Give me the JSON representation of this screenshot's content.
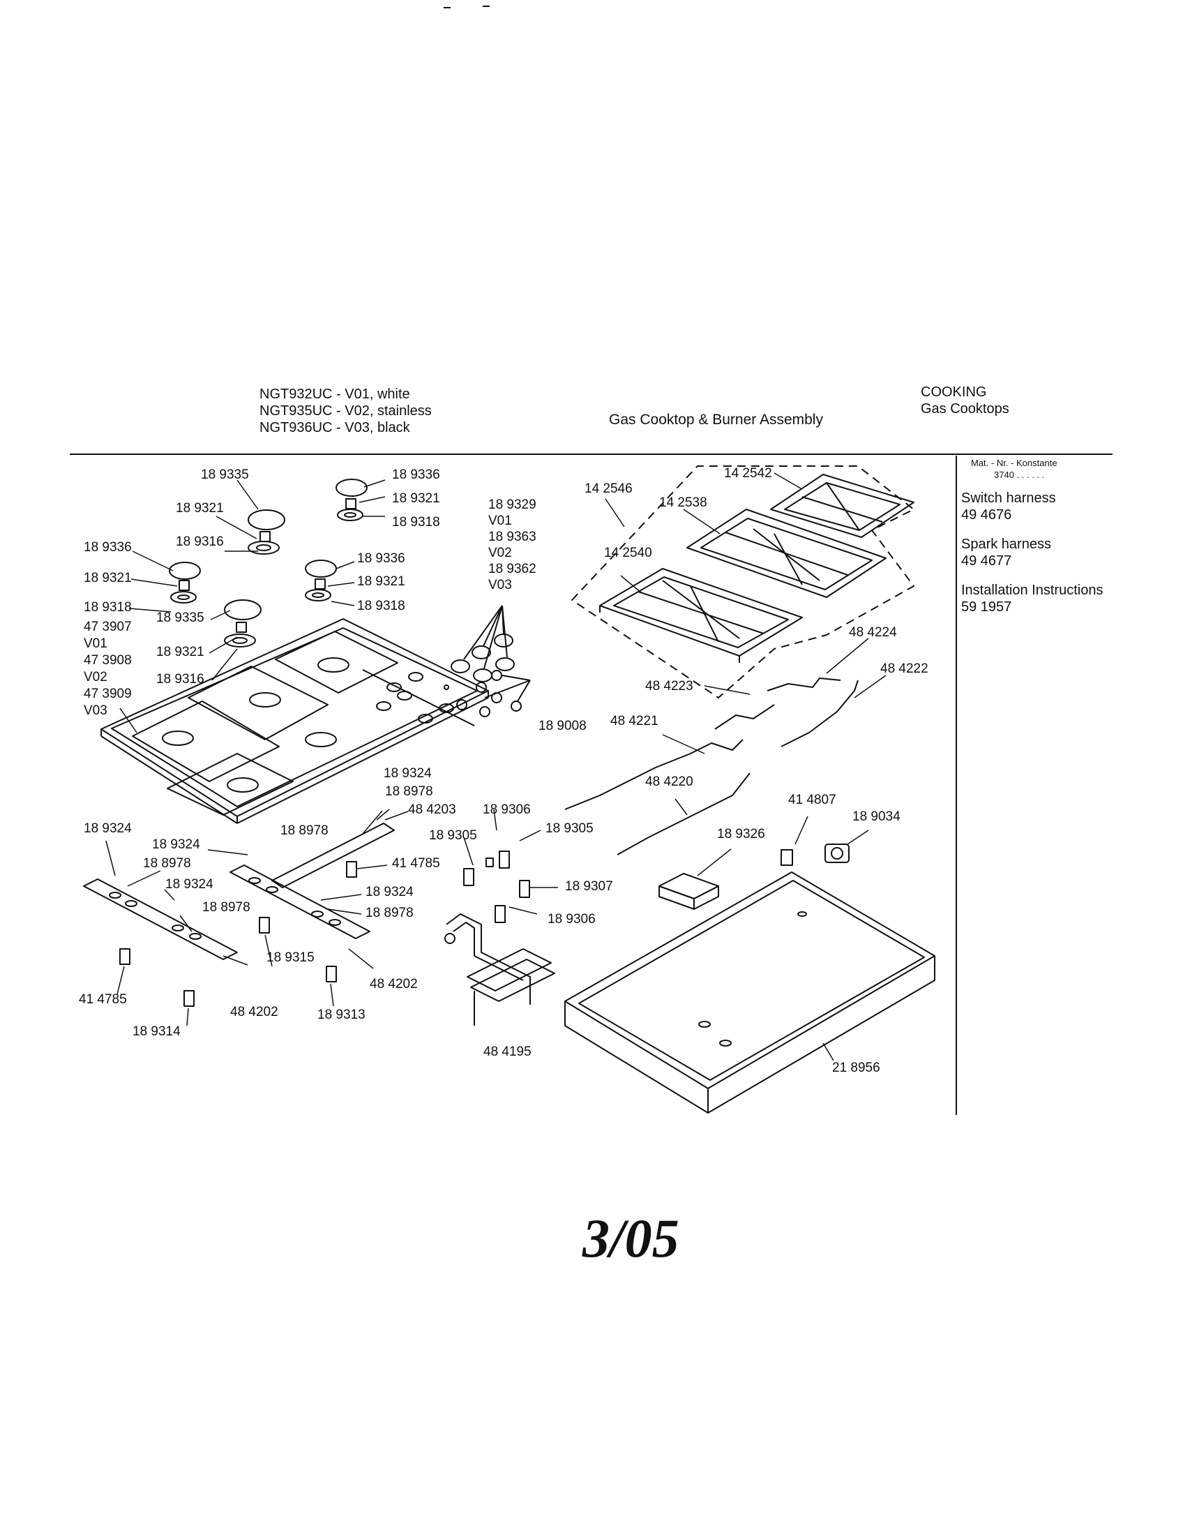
{
  "header": {
    "models": [
      "NGT932UC - V01, white",
      "NGT935UC - V02, stainless",
      "NGT936UC - V03, black"
    ],
    "title": "Gas Cooktop & Burner Assembly",
    "category": "COOKING",
    "subcategory": "Gas Cooktops"
  },
  "sidebar": {
    "mat_label": "Mat. - Nr. - Konstante",
    "mat_value": "3740 . .  . . . .",
    "items": [
      {
        "name": "Switch harness",
        "number": "49 4676"
      },
      {
        "name": "Spark harness",
        "number": "49 4677"
      },
      {
        "name": "Installation Instructions",
        "number": "59 1957"
      }
    ]
  },
  "parts": {
    "p_189335_a": "18 9335",
    "p_189336_a": "18 9336",
    "p_189321_a": "18 9321",
    "p_189318_a": "18 9318",
    "p_189321_b": "18 9321",
    "p_189316_a": "18 9316",
    "p_189336_b": "18 9336",
    "p_189321_c": "18 9321",
    "p_189318_b": "18 9318",
    "p_189336_c": "18 9336",
    "p_189321_d": "18 9321",
    "p_189318_c": "18 9318",
    "p_189335_b": "18 9335",
    "p_189321_e": "18 9321",
    "p_189316_b": "18 9316",
    "p_473907": [
      "47 3907",
      "V01",
      "47 3908",
      "V02",
      "47 3909",
      "V03"
    ],
    "p_knobs": [
      "18 9329",
      "V01",
      "18 9363",
      "V02",
      "18 9362",
      "V03"
    ],
    "p_142546": "14 2546",
    "p_142542": "14 2542",
    "p_142538": "14 2538",
    "p_142540": "14 2540",
    "p_484224": "48 4224",
    "p_484222": "48 4222",
    "p_484223": "48 4223",
    "p_484221": "48 4221",
    "p_189008": "18 9008",
    "p_484220": "48 4220",
    "p_189324_a": "18 9324",
    "p_188978_a": "18 8978",
    "p_484203": "48 4203",
    "p_189306_a": "18 9306",
    "p_189305_a": "18 9305",
    "p_189305_b": "18 9305",
    "p_188978_b": "18 8978",
    "p_189324_b": "18 9324",
    "p_189324_c": "18 9324",
    "p_188978_c": "18 8978",
    "p_189324_d": "18 9324",
    "p_414785_a": "41 4785",
    "p_189324_e": "18 9324",
    "p_188978_d": "18 8978",
    "p_188978_e": "18 8978",
    "p_189307": "18 9307",
    "p_189306_b": "18 9306",
    "p_414807": "41 4807",
    "p_189034": "18 9034",
    "p_189326": "18 9326",
    "p_189315": "18 9315",
    "p_484202_a": "48 4202",
    "p_484202_b": "48 4202",
    "p_414785_b": "41 4785",
    "p_189313": "18 9313",
    "p_189314": "18 9314",
    "p_484195": "48 4195",
    "p_218956": "21 8956"
  },
  "footer": {
    "page": "3/05"
  }
}
